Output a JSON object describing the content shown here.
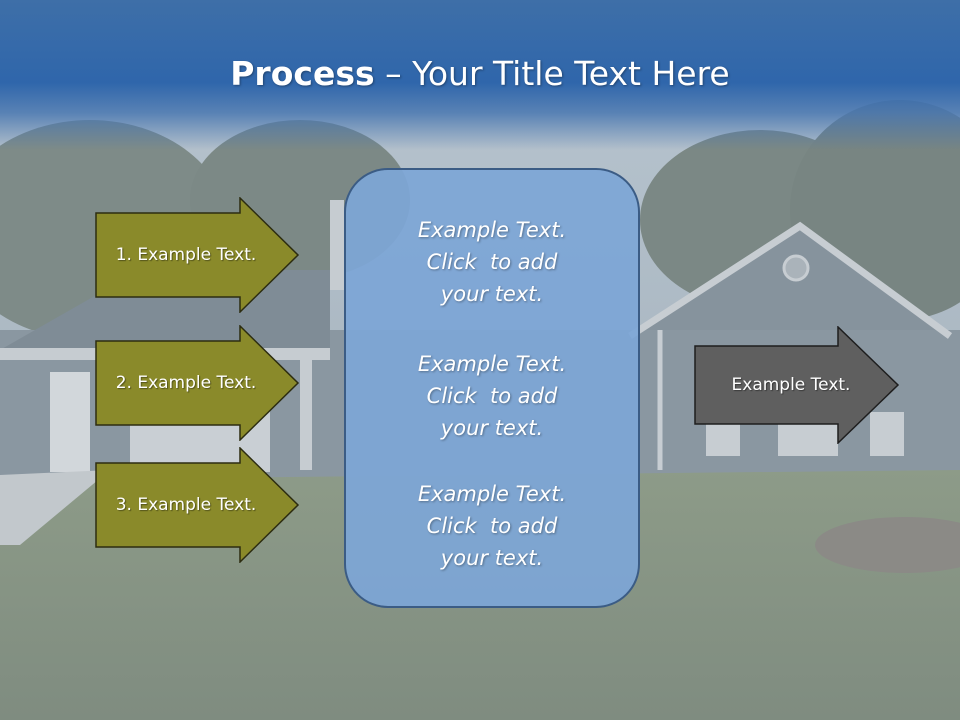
{
  "slide": {
    "title_bold": "Process",
    "title_rest": " – Your Title Text Here"
  },
  "input_arrows": [
    {
      "label": "1. Example Text."
    },
    {
      "label": "2. Example Text."
    },
    {
      "label": "3. Example Text."
    }
  ],
  "center_box": {
    "blocks": [
      {
        "lines": [
          "Example Text.",
          "Click  to add",
          "your text."
        ]
      },
      {
        "lines": [
          "Example Text.",
          "Click  to add",
          "your text."
        ]
      },
      {
        "lines": [
          "Example Text.",
          "Click  to add",
          "your text."
        ]
      }
    ]
  },
  "output_arrow": {
    "label": "Example Text."
  },
  "colors": {
    "input_arrow_fill": "#8a8a2a",
    "output_arrow_fill": "#5f5f5f",
    "center_box_fill": "#7da6d6",
    "header": "#2f66ab"
  }
}
